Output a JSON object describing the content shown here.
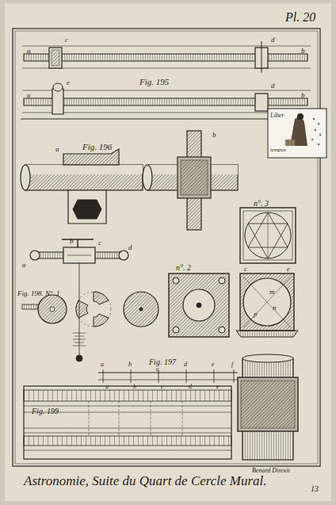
{
  "diagram": {
    "caption": "Astronomie, Suite du Quart de Cercle Mural.",
    "labels": [
      "Pl. 20",
      "Fig. 195",
      "Fig. 196",
      "n°. 3",
      "n°. 2",
      "Fig. 198. N°. 1",
      "Fig. 197",
      "Fig. 199",
      "Benard Direxit",
      "13",
      "a",
      "c",
      "b",
      "d",
      "a",
      "e",
      "b",
      "d",
      "a",
      "b",
      "a",
      "b",
      "c",
      "d",
      "m",
      "n",
      "p",
      "c",
      "e",
      "a",
      "b",
      "c",
      "d",
      "e",
      "f",
      "a",
      "b",
      "c",
      "d",
      "e",
      "Liber",
      "tempus"
    ]
  }
}
